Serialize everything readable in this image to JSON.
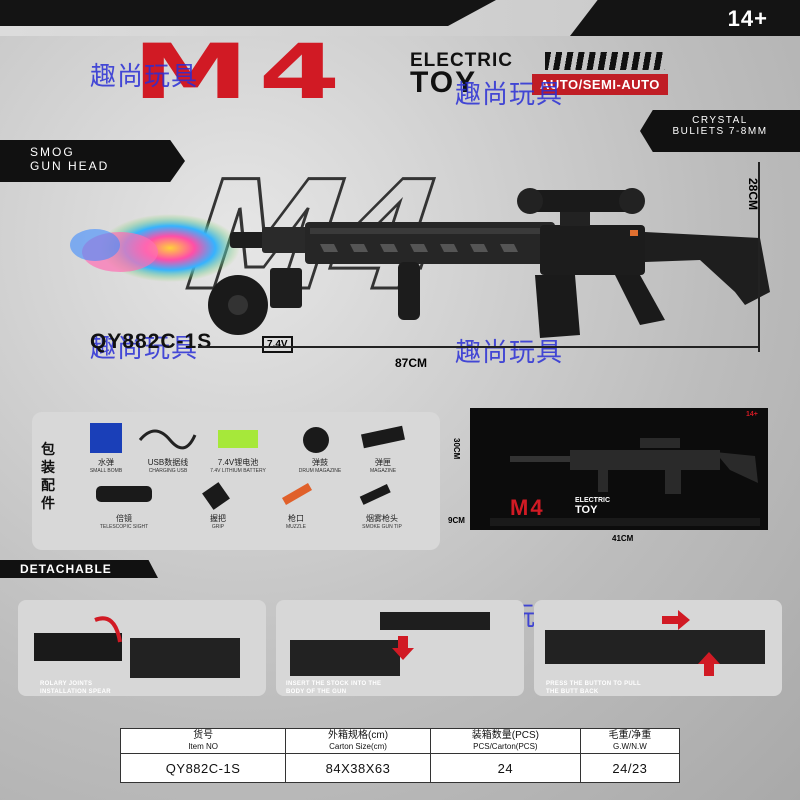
{
  "header": {
    "age_rating": "14+",
    "brand_title": "M4",
    "electric_label": "ELECTRIC",
    "toy_label": "TOY",
    "mode_label": "AUTO/SEMI-AUTO"
  },
  "watermark": "趣尚玩具",
  "features": {
    "smog_line1": "SMOG",
    "smog_line2": "GUN HEAD",
    "crystal_line1": "CRYSTAL",
    "crystal_line2": "BULIETS 7-8MM"
  },
  "product": {
    "model": "QY882C-1S",
    "battery_badge": "7.4V",
    "length_label": "87CM",
    "height_label": "28CM"
  },
  "accessories": {
    "title_chars": [
      "包",
      "装",
      "配",
      "件"
    ],
    "items": [
      {
        "cn": "水弹",
        "en": "SMALL BOMB"
      },
      {
        "cn": "USB数据线",
        "en": "CHARGING USB"
      },
      {
        "cn": "7.4V锂电池",
        "en": "7.4V LITHIUM BATTERY"
      },
      {
        "cn": "弹鼓",
        "en": "DRUM MAGAZINE"
      },
      {
        "cn": "弹匣",
        "en": "MAGAZINE"
      },
      {
        "cn": "倍镜",
        "en": "TELESCOPIC SIGHT"
      },
      {
        "cn": "握把",
        "en": "GRIP"
      },
      {
        "cn": "枪口",
        "en": "MUZZLE"
      },
      {
        "cn": "烟雾枪头",
        "en": "SMOKE GUN TIP"
      }
    ]
  },
  "box_preview": {
    "brand": "M4",
    "electric_label": "ELECTRIC",
    "toy_label": "TOY",
    "age_rating": "14+",
    "height_label": "30CM",
    "width_label": "41CM",
    "depth_label": "9CM"
  },
  "detachable": {
    "label": "DETACHABLE",
    "steps": [
      {
        "caption": "ROLARY JOINTS INSTALLATION SPEAR"
      },
      {
        "caption": "INSERT THE STOCK INTO THE BODY OF THE GUN"
      },
      {
        "caption": "PRESS THE BUTTON TO PULL THE BUTT BACK"
      }
    ]
  },
  "spec_table": {
    "headers": [
      {
        "cn": "货号",
        "en": "Item NO"
      },
      {
        "cn": "外箱规格(cm)",
        "en": "Carton Size(cm)"
      },
      {
        "cn": "装箱数量(PCS)",
        "en": "PCS/Carton(PCS)"
      },
      {
        "cn": "毛重/净重",
        "en": "G.W/N.W"
      }
    ],
    "values": [
      "QY882C-1S",
      "84X38X63",
      "24",
      "24/23"
    ]
  },
  "colors": {
    "brand_red": "#d11a24",
    "dark": "#111111",
    "watermark_blue": "#2a2fd6"
  }
}
